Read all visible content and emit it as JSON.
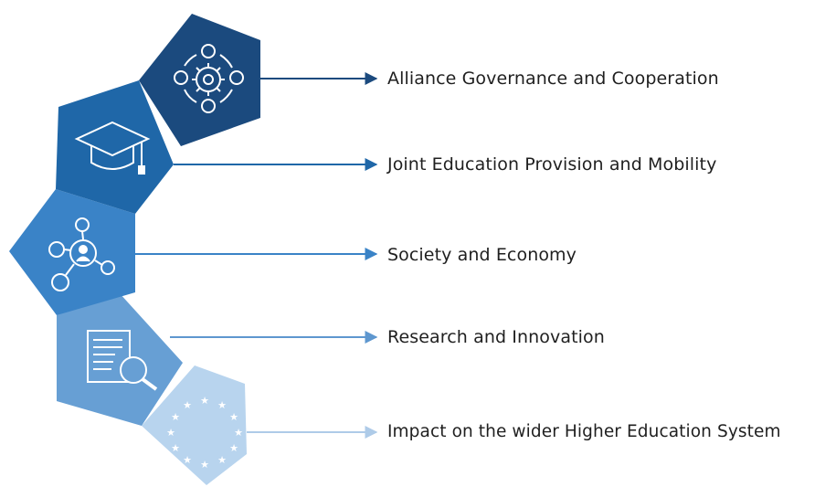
{
  "items": [
    {
      "label": "Alliance Governance and Cooperation",
      "icon": "gear-cycle-icon",
      "color": "#1b4a7e",
      "connector_color": "#1b4a7e"
    },
    {
      "label": "Joint Education Provision and Mobility",
      "icon": "graduation-cap-icon",
      "color": "#1f67a8",
      "connector_color": "#1f67a8"
    },
    {
      "label": "Society and Economy",
      "icon": "network-person-icon",
      "color": "#3a83c7",
      "connector_color": "#3a83c7"
    },
    {
      "label": "Research and Innovation",
      "icon": "document-search-icon",
      "color": "#679fd4",
      "connector_color": "#5e97cf"
    },
    {
      "label": "Impact on the wider Higher Education System",
      "icon": "eu-stars-icon",
      "color": "#b8d4ee",
      "connector_color": "#aecbe8"
    }
  ]
}
